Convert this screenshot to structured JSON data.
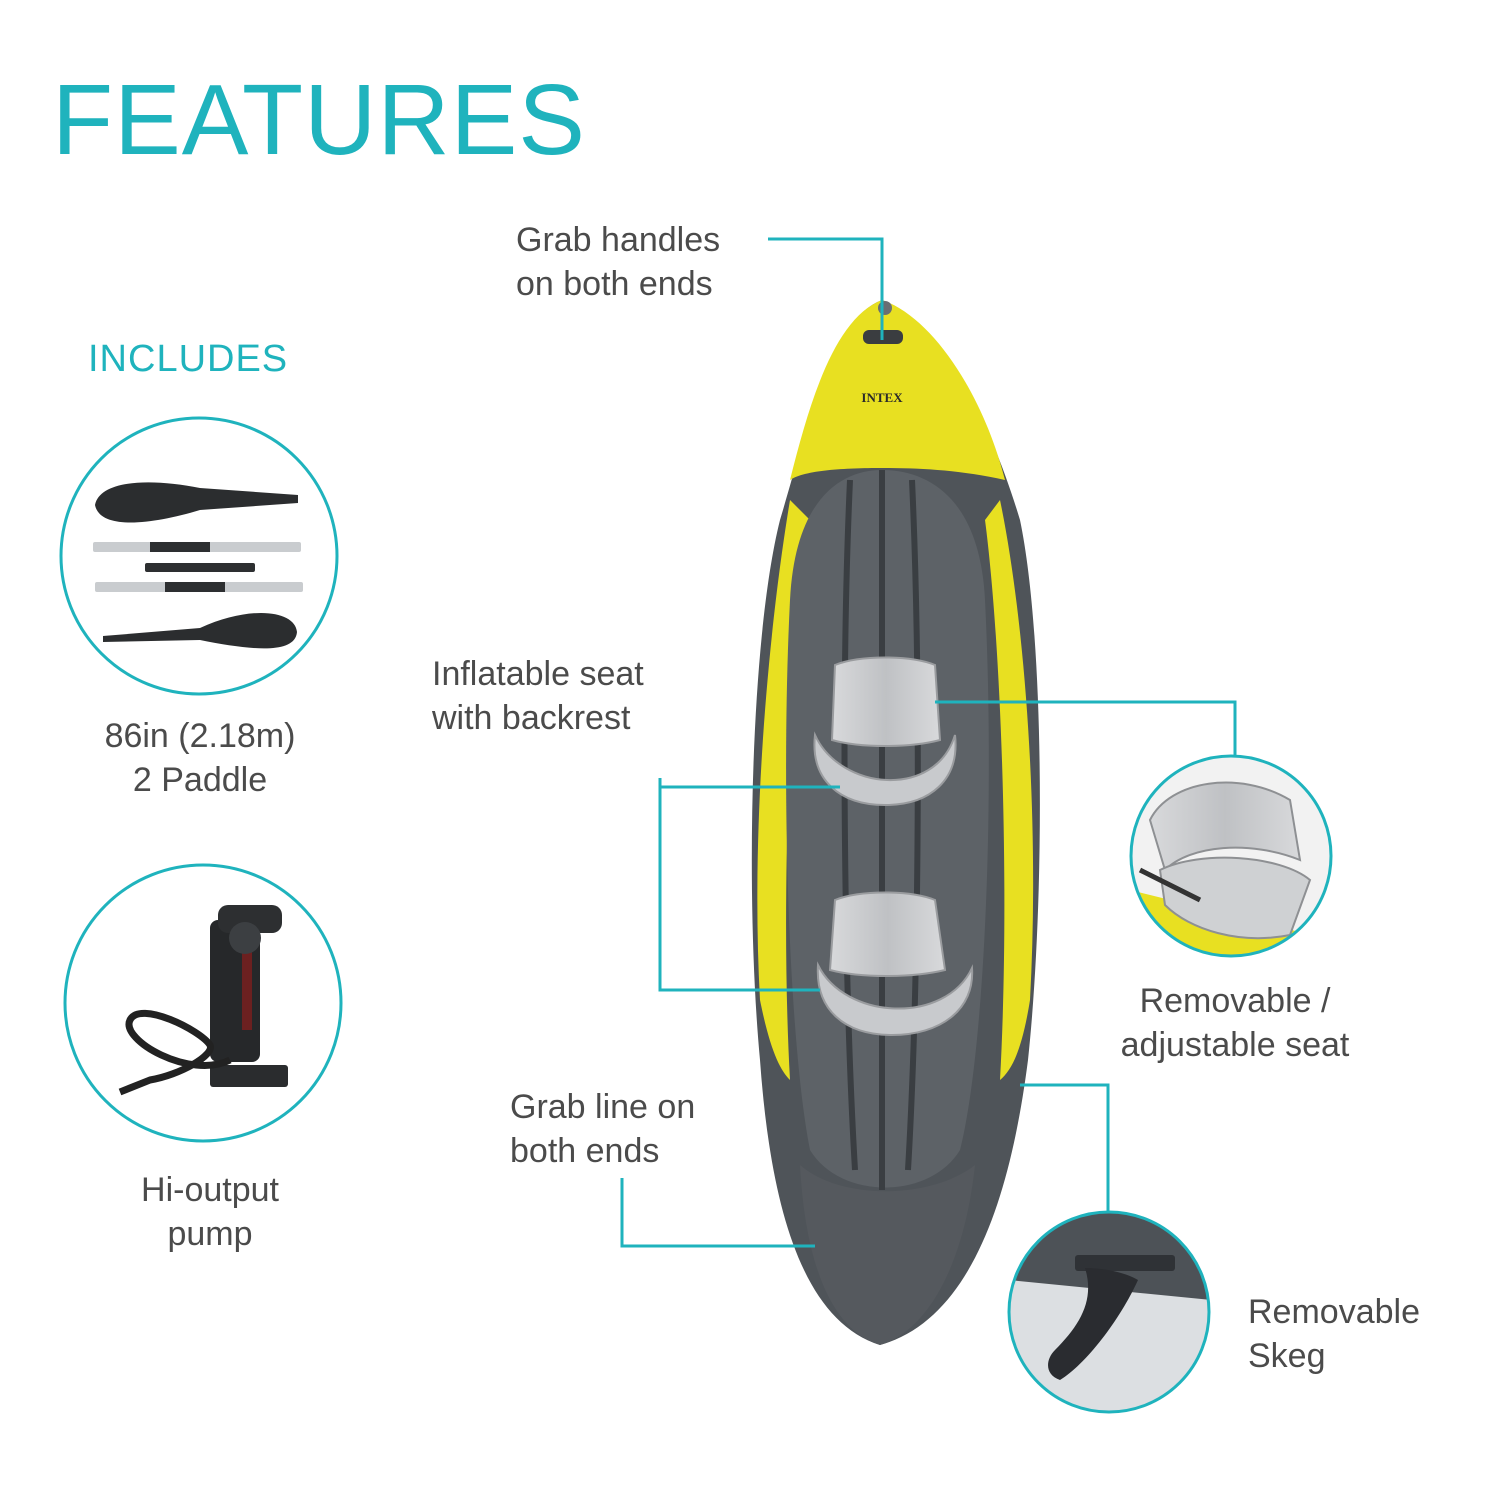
{
  "title": "FEATURES",
  "includes": {
    "heading": "INCLUDES",
    "paddle_caption": "86in (2.18m)\n2 Paddle",
    "pump_caption": "Hi-output\npump"
  },
  "callouts": {
    "grab_handles": "Grab handles\non both ends",
    "inflatable_seat": "Inflatable seat\nwith backrest",
    "removable_seat": "Removable /\nadjustable seat",
    "grab_line": "Grab line on\nboth ends",
    "skeg": "Removable\nSkeg"
  },
  "kayak": {
    "brand": "INTEX",
    "colors": {
      "accent": "#1fb3bd",
      "hull_yellow": "#e8e021",
      "hull_gray": "#4f5459"
    }
  },
  "icons": [
    "paddle-icon",
    "pump-icon",
    "seat-closeup-icon",
    "skeg-closeup-icon"
  ]
}
